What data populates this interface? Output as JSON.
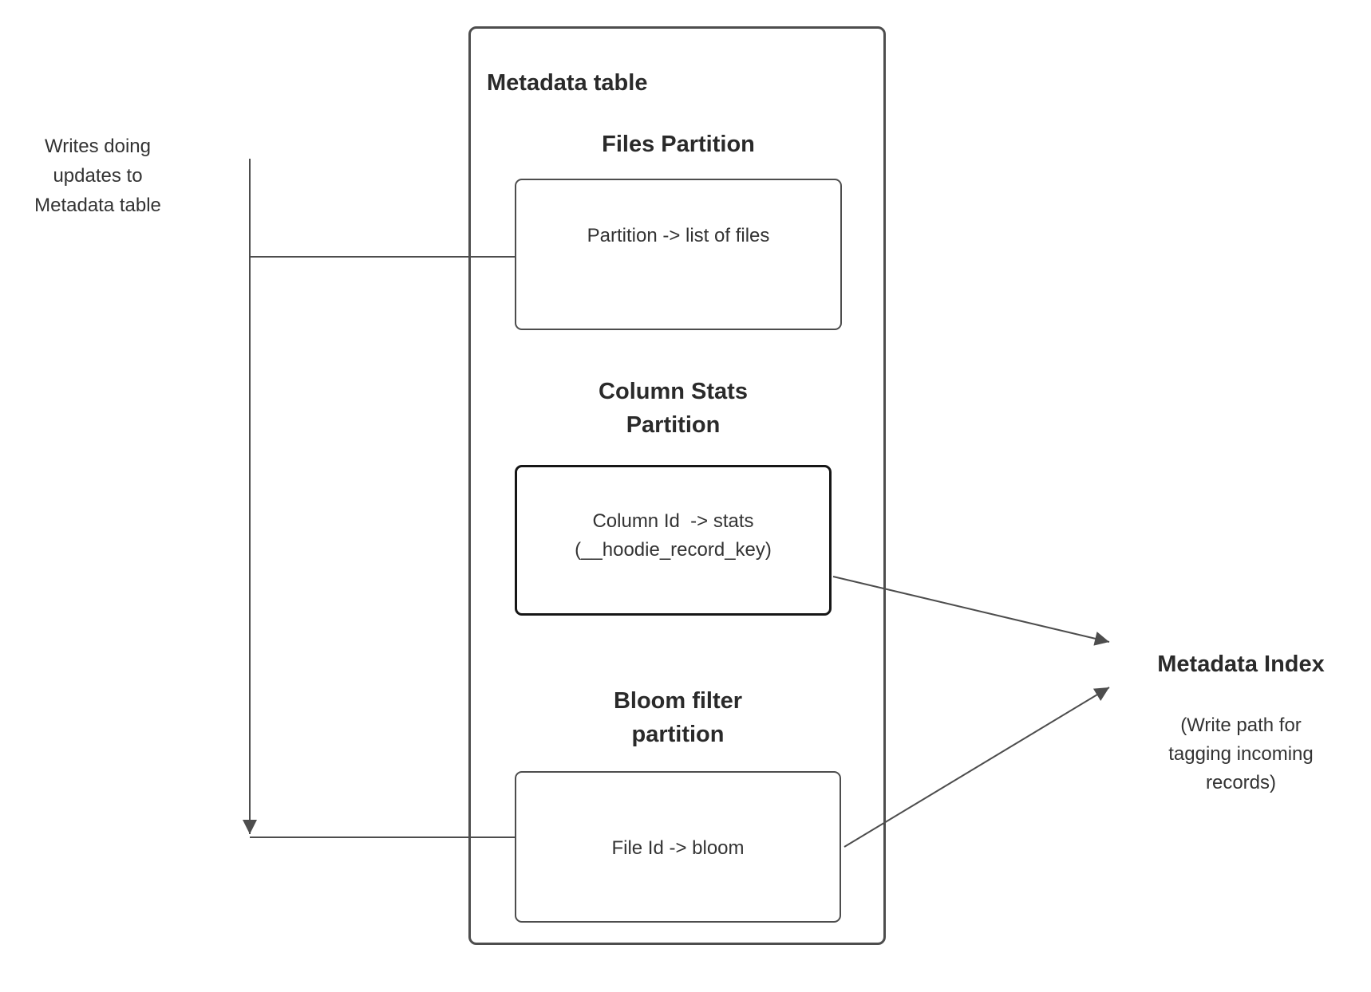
{
  "diagram": {
    "left_note": "Writes doing\nupdates to\nMetadata table",
    "metadata_table": {
      "title": "Metadata table",
      "files_partition": {
        "heading": "Files Partition",
        "box_text": "Partition -> list of files"
      },
      "column_stats_partition": {
        "heading": "Column Stats\nPartition",
        "box_text": "Column Id  -> stats\n(__hoodie_record_key)"
      },
      "bloom_filter_partition": {
        "heading": "Bloom filter\npartition",
        "box_text": "File Id -> bloom"
      }
    },
    "metadata_index": {
      "title": "Metadata Index",
      "subtitle": "(Write path for\ntagging incoming\nrecords)"
    },
    "colors": {
      "connector_line": "#4d4d4d",
      "box_border": "#4d4d4d",
      "strong_box_border": "#161616",
      "text": "#2b2b2b",
      "background": "#ffffff"
    }
  }
}
